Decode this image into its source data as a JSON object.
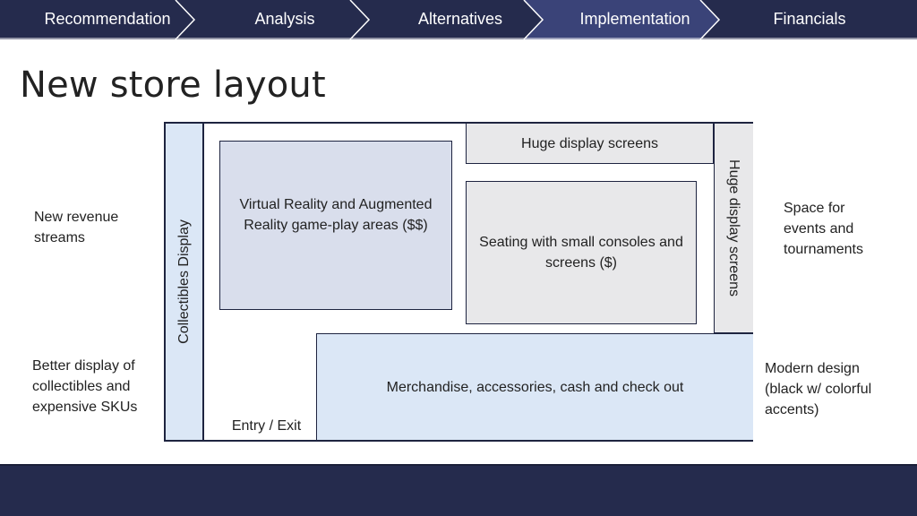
{
  "nav": {
    "items": [
      {
        "label": "Recommendation",
        "active": false
      },
      {
        "label": "Analysis",
        "active": false
      },
      {
        "label": "Alternatives",
        "active": false
      },
      {
        "label": "Implementation",
        "active": true
      },
      {
        "label": "Financials",
        "active": false
      }
    ],
    "colors": {
      "base": "#252b4d",
      "active": "#3a4378",
      "separator": "#ffffff"
    }
  },
  "page": {
    "title": "New store layout"
  },
  "layout": {
    "collectibles": "Collectibles Display",
    "vr": "Virtual Reality and Augmented Reality game-play areas ($$)",
    "huge_top": "Huge display screens",
    "huge_side": "Huge display screens",
    "seating": "Seating with small consoles and screens ($)",
    "merch": "Merchandise, accessories, cash and check out",
    "entry": "Entry / Exit",
    "colors": {
      "blue_zone": "#dbe7f6",
      "vr_zone": "#d9deec",
      "grey_zone": "#e8e8ea",
      "outline": "#1e2440"
    }
  },
  "notes": {
    "revenue": [
      "New revenue",
      "streams"
    ],
    "collectibles": [
      "Better display of",
      "collectibles and",
      "expensive SKUs"
    ],
    "events": [
      "Space for",
      "events and",
      "tournaments"
    ],
    "design": [
      "Modern design",
      "(black w/ colorful",
      "accents)"
    ]
  }
}
